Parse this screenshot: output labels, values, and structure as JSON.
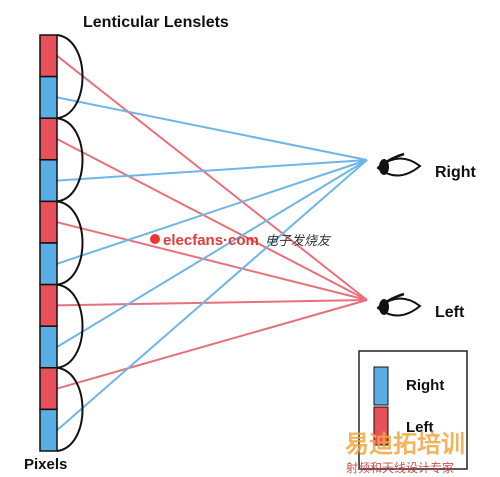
{
  "title": "Lenticular Lenslets",
  "pixels_label": "Pixels",
  "eyes": {
    "right_label": "Right",
    "left_label": "Left"
  },
  "legend": {
    "right_label": "Right",
    "left_label": "Left"
  },
  "pixel_columns": [
    "left",
    "right",
    "left",
    "right",
    "left",
    "right",
    "left",
    "right",
    "left",
    "right"
  ],
  "colors": {
    "left_pixel": "#e8505b",
    "right_pixel": "#5aaee6",
    "left_ray": "#e8707a",
    "right_ray": "#6fb6e6",
    "outline": "#111111"
  },
  "watermark": {
    "site": "elecfans·com",
    "site_cn": "电子发烧友",
    "brand_cn": "易迪拓培训",
    "tagline_cn": "射频和天线设计专家"
  }
}
